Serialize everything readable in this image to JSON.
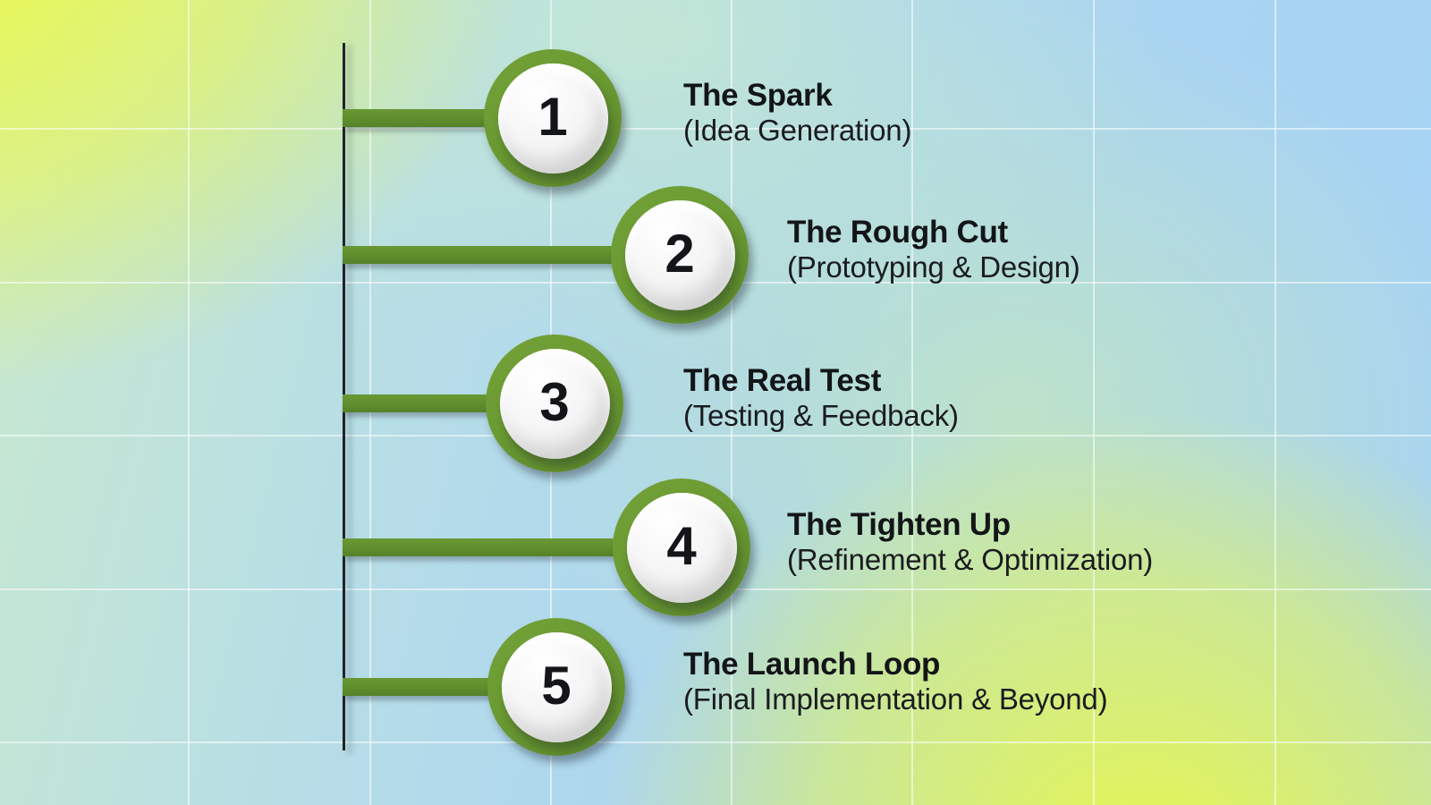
{
  "diagram_title": "5-step process timeline",
  "steps": [
    {
      "number": "1",
      "title": "The Spark",
      "subtitle": "(Idea Generation)"
    },
    {
      "number": "2",
      "title": "The Rough Cut",
      "subtitle": "(Prototyping & Design)"
    },
    {
      "number": "3",
      "title": "The Real Test",
      "subtitle": "(Testing & Feedback)"
    },
    {
      "number": "4",
      "title": "The Tighten Up",
      "subtitle": "(Refinement & Optimization)"
    },
    {
      "number": "5",
      "title": "The Launch Loop",
      "subtitle": "(Final Implementation & Beyond)"
    }
  ],
  "colors": {
    "connector_green": "#5f8e2d",
    "ring_green": "#6b9a32",
    "axis_dark": "#20242a",
    "title_text": "#131518",
    "background_blue": "#a6d2f4",
    "background_yellow": "#ecf948"
  }
}
